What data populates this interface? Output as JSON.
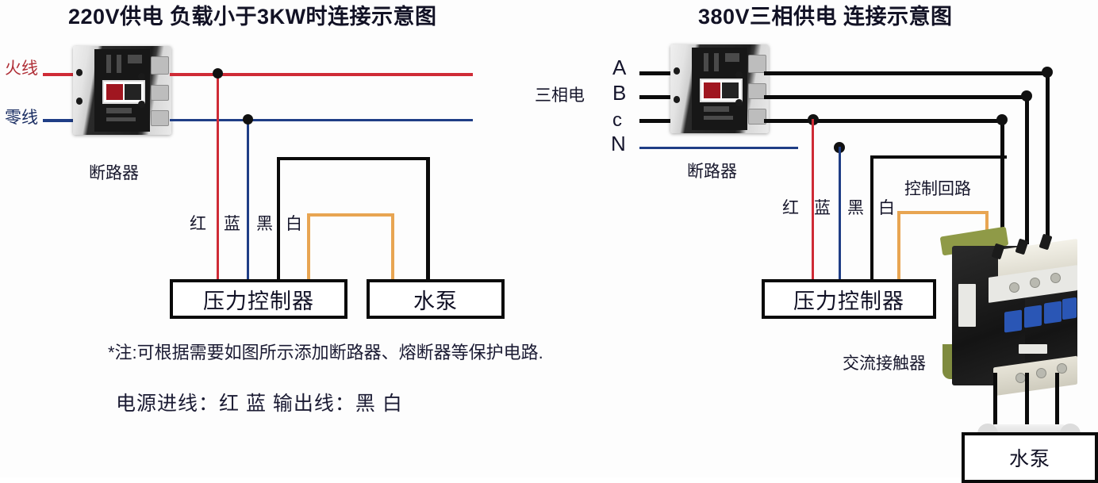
{
  "diagram": {
    "left": {
      "title": "220V供电 负载小于3KW时连接示意图",
      "source_labels": {
        "live": "火线",
        "neutral": "零线"
      },
      "breaker_label": "断路器",
      "wire_labels": {
        "red": "红",
        "blue": "蓝",
        "black": "黑",
        "white": "白"
      },
      "boxes": {
        "pressure_controller": "压力控制器",
        "pump": "水泵"
      }
    },
    "right": {
      "title": "380V三相供电  连接示意图",
      "source_group_label": "三相电",
      "phase_labels": [
        "A",
        "B",
        "c",
        "N"
      ],
      "breaker_label": "断路器",
      "wire_labels": {
        "red": "红",
        "blue": "蓝",
        "black": "黑",
        "white": "白"
      },
      "control_circuit_label": "控制回路",
      "contactor_label": "交流接触器",
      "boxes": {
        "pressure_controller": "压力控制器",
        "pump": "水泵"
      }
    },
    "notes": {
      "note_line": "*注:可根据需要如图所示添加断路器、熔断器等保护电路.",
      "legend_line": "电源进线：红 蓝     输出线：黑 白"
    },
    "colors": {
      "red_wire": "#cf2b36",
      "blue_wire": "#1f3e86",
      "black_wire": "#0b0b0b",
      "orange_wire": "#e8a552",
      "text": "#15152c",
      "background": "#fdfdfd"
    }
  }
}
